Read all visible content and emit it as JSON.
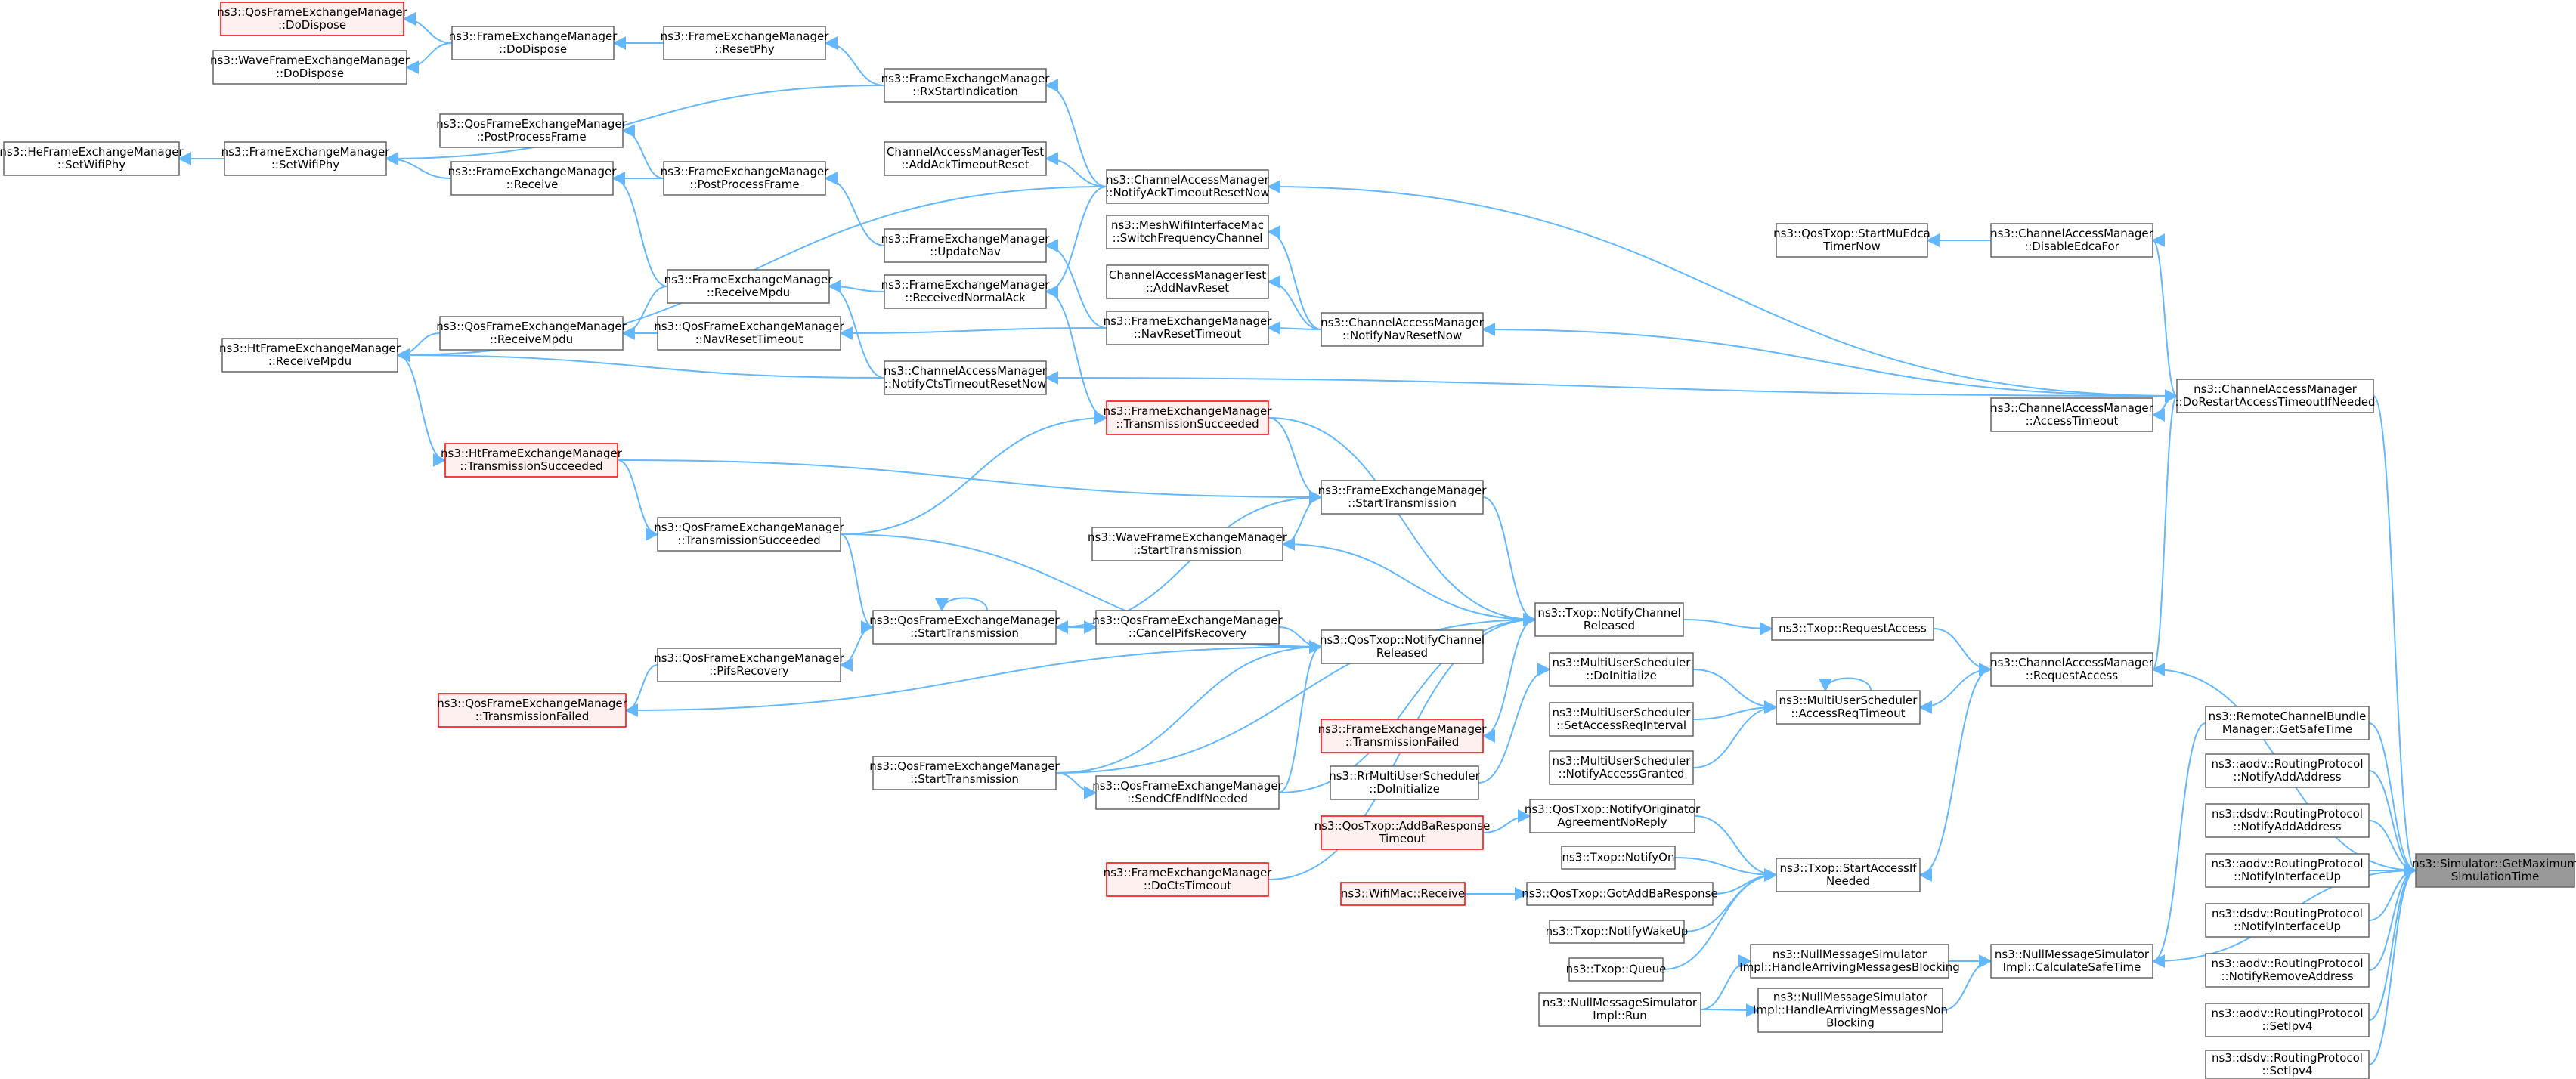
{
  "graph": {
    "nodes": [
      {
        "id": "qos_dodispose",
        "lines": [
          "ns3::QosFrameExchangeManager",
          "::DoDispose"
        ],
        "style": "red"
      },
      {
        "id": "wave_dodispose",
        "lines": [
          "ns3::WaveFrameExchangeManager",
          "::DoDispose"
        ],
        "style": "normal"
      },
      {
        "id": "fem_dodispose",
        "lines": [
          "ns3::FrameExchangeManager",
          "::DoDispose"
        ],
        "style": "normal"
      },
      {
        "id": "fem_resetphy",
        "lines": [
          "ns3::FrameExchangeManager",
          "::ResetPhy"
        ],
        "style": "normal"
      },
      {
        "id": "fem_rxstart",
        "lines": [
          "ns3::FrameExchangeManager",
          "::RxStartIndication"
        ],
        "style": "normal"
      },
      {
        "id": "he_setwifiphy",
        "lines": [
          "ns3::HeFrameExchangeManager",
          "::SetWifiPhy"
        ],
        "style": "normal"
      },
      {
        "id": "fem_setwifiphy",
        "lines": [
          "ns3::FrameExchangeManager",
          "::SetWifiPhy"
        ],
        "style": "normal"
      },
      {
        "id": "qos_postprocess",
        "lines": [
          "ns3::QosFrameExchangeManager",
          "::PostProcessFrame"
        ],
        "style": "normal"
      },
      {
        "id": "fem_receive",
        "lines": [
          "ns3::FrameExchangeManager",
          "::Receive"
        ],
        "style": "normal"
      },
      {
        "id": "fem_postprocess",
        "lines": [
          "ns3::FrameExchangeManager",
          "::PostProcessFrame"
        ],
        "style": "normal"
      },
      {
        "id": "camtest_addack",
        "lines": [
          "ChannelAccessManagerTest",
          "::AddAckTimeoutReset"
        ],
        "style": "normal"
      },
      {
        "id": "cam_notifyack",
        "lines": [
          "ns3::ChannelAccessManager",
          "::NotifyAckTimeoutResetNow"
        ],
        "style": "normal"
      },
      {
        "id": "fem_updatenav",
        "lines": [
          "ns3::FrameExchangeManager",
          "::UpdateNav"
        ],
        "style": "normal"
      },
      {
        "id": "mesh_switch",
        "lines": [
          "ns3::MeshWifiInterfaceMac",
          "::SwitchFrequencyChannel"
        ],
        "style": "normal"
      },
      {
        "id": "fem_receivempdu",
        "lines": [
          "ns3::FrameExchangeManager",
          "::ReceiveMpdu"
        ],
        "style": "normal"
      },
      {
        "id": "fem_recvnormalack",
        "lines": [
          "ns3::FrameExchangeManager",
          "::ReceivedNormalAck"
        ],
        "style": "normal"
      },
      {
        "id": "camtest_addnav",
        "lines": [
          "ChannelAccessManagerTest",
          "::AddNavReset"
        ],
        "style": "normal"
      },
      {
        "id": "ht_receivempdu",
        "lines": [
          "ns3::HtFrameExchangeManager",
          "::ReceiveMpdu"
        ],
        "style": "normal"
      },
      {
        "id": "qos_receivempdu",
        "lines": [
          "ns3::QosFrameExchangeManager",
          "::ReceiveMpdu"
        ],
        "style": "normal"
      },
      {
        "id": "qos_navreset",
        "lines": [
          "ns3::QosFrameExchangeManager",
          "::NavResetTimeout"
        ],
        "style": "normal"
      },
      {
        "id": "fem_navreset",
        "lines": [
          "ns3::FrameExchangeManager",
          "::NavResetTimeout"
        ],
        "style": "normal"
      },
      {
        "id": "cam_notifynav",
        "lines": [
          "ns3::ChannelAccessManager",
          "::NotifyNavResetNow"
        ],
        "style": "normal"
      },
      {
        "id": "cam_notifycts",
        "lines": [
          "ns3::ChannelAccessManager",
          "::NotifyCtsTimeoutResetNow"
        ],
        "style": "normal"
      },
      {
        "id": "qostxop_startmu",
        "lines": [
          "ns3::QosTxop::StartMuEdca",
          "TimerNow"
        ],
        "style": "normal"
      },
      {
        "id": "cam_disableedca",
        "lines": [
          "ns3::ChannelAccessManager",
          "::DisableEdcaFor"
        ],
        "style": "normal"
      },
      {
        "id": "cam_dorestart",
        "lines": [
          "ns3::ChannelAccessManager",
          "::DoRestartAccessTimeoutIfNeeded"
        ],
        "style": "normal"
      },
      {
        "id": "cam_accesstimeout",
        "lines": [
          "ns3::ChannelAccessManager",
          "::AccessTimeout"
        ],
        "style": "normal"
      },
      {
        "id": "fem_txsucc",
        "lines": [
          "ns3::FrameExchangeManager",
          "::TransmissionSucceeded"
        ],
        "style": "red"
      },
      {
        "id": "ht_txsucc",
        "lines": [
          "ns3::HtFrameExchangeManager",
          "::TransmissionSucceeded"
        ],
        "style": "red"
      },
      {
        "id": "fem_starttx",
        "lines": [
          "ns3::FrameExchangeManager",
          "::StartTransmission"
        ],
        "style": "normal"
      },
      {
        "id": "qos_txsucc",
        "lines": [
          "ns3::QosFrameExchangeManager",
          "::TransmissionSucceeded"
        ],
        "style": "normal"
      },
      {
        "id": "wave_starttx",
        "lines": [
          "ns3::WaveFrameExchangeManager",
          "::StartTransmission"
        ],
        "style": "normal"
      },
      {
        "id": "txop_notifychan",
        "lines": [
          "ns3::Txop::NotifyChannel",
          "Released"
        ],
        "style": "normal"
      },
      {
        "id": "txop_reqaccess",
        "lines": [
          "ns3::Txop::RequestAccess"
        ],
        "style": "normal"
      },
      {
        "id": "qos_starttx",
        "lines": [
          "ns3::QosFrameExchangeManager",
          "::StartTransmission"
        ],
        "style": "normal"
      },
      {
        "id": "qos_cancelpifs",
        "lines": [
          "ns3::QosFrameExchangeManager",
          "::CancelPifsRecovery"
        ],
        "style": "normal"
      },
      {
        "id": "qostxop_notifychan",
        "lines": [
          "ns3::QosTxop::NotifyChannel",
          "Released"
        ],
        "style": "normal"
      },
      {
        "id": "mus_doinit",
        "lines": [
          "ns3::MultiUserScheduler",
          "::DoInitialize"
        ],
        "style": "normal"
      },
      {
        "id": "cam_reqaccess",
        "lines": [
          "ns3::ChannelAccessManager",
          "::RequestAccess"
        ],
        "style": "normal"
      },
      {
        "id": "qos_pifs",
        "lines": [
          "ns3::QosFrameExchangeManager",
          "::PifsRecovery"
        ],
        "style": "normal"
      },
      {
        "id": "qos_txfailed",
        "lines": [
          "ns3::QosFrameExchangeManager",
          "::TransmissionFailed"
        ],
        "style": "red"
      },
      {
        "id": "mus_accessreq",
        "lines": [
          "ns3::MultiUserScheduler",
          "::AccessReqTimeout"
        ],
        "style": "normal"
      },
      {
        "id": "mus_setaccess",
        "lines": [
          "ns3::MultiUserScheduler",
          "::SetAccessReqInterval"
        ],
        "style": "normal"
      },
      {
        "id": "remote_getsafe",
        "lines": [
          "ns3::RemoteChannelBundle",
          "Manager::GetSafeTime"
        ],
        "style": "normal"
      },
      {
        "id": "fem_txfailed",
        "lines": [
          "ns3::FrameExchangeManager",
          "::TransmissionFailed"
        ],
        "style": "red"
      },
      {
        "id": "mus_notifygranted",
        "lines": [
          "ns3::MultiUserScheduler",
          "::NotifyAccessGranted"
        ],
        "style": "normal"
      },
      {
        "id": "aodv_addaddr",
        "lines": [
          "ns3::aodv::RoutingProtocol",
          "::NotifyAddAddress"
        ],
        "style": "normal"
      },
      {
        "id": "qos_starttx2",
        "lines": [
          "ns3::QosFrameExchangeManager",
          "::StartTransmission"
        ],
        "style": "normal"
      },
      {
        "id": "qos_sendcfend",
        "lines": [
          "ns3::QosFrameExchangeManager",
          "::SendCfEndIfNeeded"
        ],
        "style": "normal"
      },
      {
        "id": "rr_doinit",
        "lines": [
          "ns3::RrMultiUserScheduler",
          "::DoInitialize"
        ],
        "style": "normal"
      },
      {
        "id": "sim_getmax",
        "lines": [
          "ns3::Simulator::GetMaximum",
          "SimulationTime"
        ],
        "style": "highlight"
      },
      {
        "id": "qostxop_notifyorig",
        "lines": [
          "ns3::QosTxop::NotifyOriginator",
          "AgreementNoReply"
        ],
        "style": "normal"
      },
      {
        "id": "qostxop_addba",
        "lines": [
          "ns3::QosTxop::AddBaResponse",
          "Timeout"
        ],
        "style": "red"
      },
      {
        "id": "dsdv_addaddr",
        "lines": [
          "ns3::dsdv::RoutingProtocol",
          "::NotifyAddAddress"
        ],
        "style": "normal"
      },
      {
        "id": "txop_notifyon",
        "lines": [
          "ns3::Txop::NotifyOn"
        ],
        "style": "normal"
      },
      {
        "id": "aodv_ifup",
        "lines": [
          "ns3::aodv::RoutingProtocol",
          "::NotifyInterfaceUp"
        ],
        "style": "normal"
      },
      {
        "id": "fem_docts",
        "lines": [
          "ns3::FrameExchangeManager",
          "::DoCtsTimeout"
        ],
        "style": "red"
      },
      {
        "id": "txop_startaccess",
        "lines": [
          "ns3::Txop::StartAccessIf",
          "Needed"
        ],
        "style": "normal"
      },
      {
        "id": "wifimac_receive",
        "lines": [
          "ns3::WifiMac::Receive"
        ],
        "style": "red"
      },
      {
        "id": "qostxop_gotaddba",
        "lines": [
          "ns3::QosTxop::GotAddBaResponse"
        ],
        "style": "normal"
      },
      {
        "id": "dsdv_ifup",
        "lines": [
          "ns3::dsdv::RoutingProtocol",
          "::NotifyInterfaceUp"
        ],
        "style": "normal"
      },
      {
        "id": "txop_notifywake",
        "lines": [
          "ns3::Txop::NotifyWakeUp"
        ],
        "style": "normal"
      },
      {
        "id": "nms_handleblocking",
        "lines": [
          "ns3::NullMessageSimulator",
          "Impl::HandleArrivingMessagesBlocking"
        ],
        "style": "normal"
      },
      {
        "id": "nms_calcsafe",
        "lines": [
          "ns3::NullMessageSimulator",
          "Impl::CalculateSafeTime"
        ],
        "style": "normal"
      },
      {
        "id": "aodv_removeaddr",
        "lines": [
          "ns3::aodv::RoutingProtocol",
          "::NotifyRemoveAddress"
        ],
        "style": "normal"
      },
      {
        "id": "txop_queue",
        "lines": [
          "ns3::Txop::Queue"
        ],
        "style": "normal"
      },
      {
        "id": "nms_run",
        "lines": [
          "ns3::NullMessageSimulator",
          "Impl::Run"
        ],
        "style": "normal"
      },
      {
        "id": "nms_handlenonblocking",
        "lines": [
          "ns3::NullMessageSimulator",
          "Impl::HandleArrivingMessagesNon",
          "Blocking"
        ],
        "style": "normal"
      },
      {
        "id": "aodv_setipv4",
        "lines": [
          "ns3::aodv::RoutingProtocol",
          "::SetIpv4"
        ],
        "style": "normal"
      },
      {
        "id": "dsdv_setipv4",
        "lines": [
          "ns3::dsdv::RoutingProtocol",
          "::SetIpv4"
        ],
        "style": "normal"
      }
    ],
    "edges": [
      [
        "qos_dodispose",
        "fem_dodispose"
      ],
      [
        "wave_dodispose",
        "fem_dodispose"
      ],
      [
        "fem_dodispose",
        "fem_resetphy"
      ],
      [
        "fem_resetphy",
        "fem_rxstart"
      ],
      [
        "fem_setwifiphy",
        "fem_rxstart"
      ],
      [
        "he_setwifiphy",
        "fem_setwifiphy"
      ],
      [
        "fem_setwifiphy",
        "fem_receive"
      ],
      [
        "qos_postprocess",
        "fem_postprocess"
      ],
      [
        "fem_receive",
        "fem_postprocess"
      ],
      [
        "fem_receive",
        "fem_receivempdu"
      ],
      [
        "fem_rxstart",
        "cam_notifyack"
      ],
      [
        "camtest_addack",
        "cam_notifyack"
      ],
      [
        "fem_postprocess",
        "fem_updatenav"
      ],
      [
        "ht_receivempdu",
        "cam_notifyack"
      ],
      [
        "fem_recvnormalack",
        "cam_notifyack"
      ],
      [
        "fem_receivempdu",
        "fem_recvnormalack"
      ],
      [
        "qos_receivempdu",
        "fem_receivempdu"
      ],
      [
        "ht_receivempdu",
        "qos_receivempdu"
      ],
      [
        "qos_receivempdu",
        "qos_navreset"
      ],
      [
        "qos_navreset",
        "fem_navreset"
      ],
      [
        "fem_updatenav",
        "fem_navreset"
      ],
      [
        "fem_navreset",
        "cam_notifynav"
      ],
      [
        "mesh_switch",
        "cam_notifynav"
      ],
      [
        "camtest_addnav",
        "cam_notifynav"
      ],
      [
        "fem_receivempdu",
        "cam_notifycts"
      ],
      [
        "ht_receivempdu",
        "cam_notifycts"
      ],
      [
        "cam_notifyack",
        "cam_dorestart"
      ],
      [
        "cam_notifynav",
        "cam_dorestart"
      ],
      [
        "cam_notifycts",
        "cam_dorestart"
      ],
      [
        "qostxop_startmu",
        "cam_disableedca"
      ],
      [
        "cam_disableedca",
        "cam_dorestart"
      ],
      [
        "cam_dorestart",
        "cam_accesstimeout"
      ],
      [
        "cam_accesstimeout",
        "cam_dorestart"
      ],
      [
        "ht_txsucc",
        "ht_receivempdu"
      ],
      [
        "qos_txsucc",
        "ht_txsucc"
      ],
      [
        "fem_txsucc",
        "fem_recvnormalack"
      ],
      [
        "fem_txsucc",
        "qos_txsucc"
      ],
      [
        "fem_starttx",
        "fem_txsucc"
      ],
      [
        "fem_starttx",
        "ht_txsucc"
      ],
      [
        "wave_starttx",
        "fem_starttx"
      ],
      [
        "txop_notifychan",
        "fem_starttx"
      ],
      [
        "txop_notifychan",
        "wave_starttx"
      ],
      [
        "txop_notifychan",
        "fem_txsucc"
      ],
      [
        "qostxop_notifychan",
        "qos_txsucc"
      ],
      [
        "qos_starttx",
        "fem_starttx"
      ],
      [
        "qos_starttx",
        "qos_txsucc"
      ],
      [
        "qos_starttx",
        "qos_starttx"
      ],
      [
        "qos_cancelpifs",
        "qos_starttx"
      ],
      [
        "qostxop_notifychan",
        "qos_cancelpifs"
      ],
      [
        "qostxop_notifychan",
        "qos_starttx"
      ],
      [
        "qos_pifs",
        "qos_starttx"
      ],
      [
        "qostxop_notifychan",
        "qos_txfailed"
      ],
      [
        "qos_txfailed",
        "qos_pifs"
      ],
      [
        "txop_notifychan",
        "qos_sendcfend"
      ],
      [
        "txop_notifychan",
        "qos_starttx2"
      ],
      [
        "fem_txfailed",
        "txop_notifychan"
      ],
      [
        "qostxop_notifychan",
        "qos_sendcfend"
      ],
      [
        "qostxop_notifychan",
        "qos_starttx2"
      ],
      [
        "qos_sendcfend",
        "qos_starttx2"
      ],
      [
        "txop_reqaccess",
        "txop_notifychan"
      ],
      [
        "cam_reqaccess",
        "txop_reqaccess"
      ],
      [
        "cam_reqaccess",
        "cam_dorestart"
      ],
      [
        "mus_accessreq",
        "cam_reqaccess"
      ],
      [
        "mus_accessreq",
        "mus_accessreq"
      ],
      [
        "mus_accessreq",
        "mus_doinit"
      ],
      [
        "mus_accessreq",
        "mus_setaccess"
      ],
      [
        "mus_accessreq",
        "mus_notifygranted"
      ],
      [
        "mus_doinit",
        "rr_doinit"
      ],
      [
        "txop_startaccess",
        "cam_reqaccess"
      ],
      [
        "txop_startaccess",
        "qostxop_notifyorig"
      ],
      [
        "txop_startaccess",
        "txop_notifyon"
      ],
      [
        "txop_startaccess",
        "qostxop_gotaddba"
      ],
      [
        "txop_startaccess",
        "txop_notifywake"
      ],
      [
        "txop_startaccess",
        "txop_queue"
      ],
      [
        "qostxop_notifyorig",
        "qostxop_addba"
      ],
      [
        "qostxop_gotaddba",
        "wifimac_receive"
      ],
      [
        "txop_notifychan",
        "fem_docts"
      ],
      [
        "nms_calcsafe",
        "nms_handleblocking"
      ],
      [
        "nms_calcsafe",
        "nms_handlenonblocking"
      ],
      [
        "nms_calcsafe",
        "remote_getsafe"
      ],
      [
        "nms_handleblocking",
        "nms_run"
      ],
      [
        "nms_handlenonblocking",
        "nms_run"
      ],
      [
        "sim_getmax",
        "cam_dorestart"
      ],
      [
        "sim_getmax",
        "cam_reqaccess"
      ],
      [
        "sim_getmax",
        "remote_getsafe"
      ],
      [
        "sim_getmax",
        "aodv_addaddr"
      ],
      [
        "sim_getmax",
        "dsdv_addaddr"
      ],
      [
        "sim_getmax",
        "aodv_ifup"
      ],
      [
        "sim_getmax",
        "dsdv_ifup"
      ],
      [
        "sim_getmax",
        "aodv_removeaddr"
      ],
      [
        "sim_getmax",
        "aodv_setipv4"
      ],
      [
        "sim_getmax",
        "dsdv_setipv4"
      ],
      [
        "sim_getmax",
        "nms_calcsafe"
      ]
    ]
  }
}
